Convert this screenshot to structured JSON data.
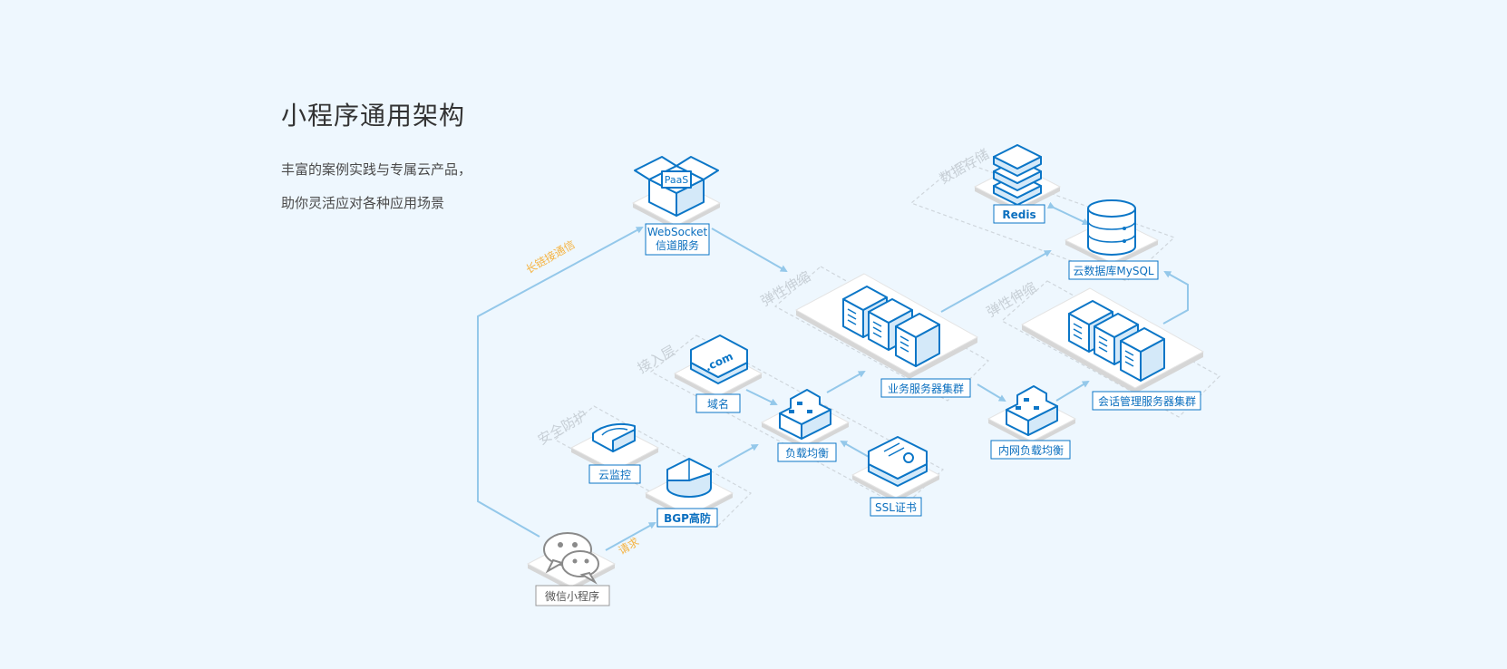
{
  "header": {
    "title": "小程序通用架构",
    "desc_line1": "丰富的案例实践与专属云产品，",
    "desc_line2": "助你灵活应对各种应用场景"
  },
  "zones": {
    "data_storage": "数据存储",
    "elastic_1": "弹性伸缩",
    "elastic_2": "弹性伸缩",
    "access_layer": "接入层",
    "security": "安全防护"
  },
  "flows": {
    "long_connection": "长链接通信",
    "request": "请求"
  },
  "nodes": {
    "paas_badge": "PaaS",
    "websocket_line1": "WebSocket",
    "websocket_line2": "信道服务",
    "redis": "Redis",
    "mysql": "云数据库MySQL",
    "biz_cluster": "业务服务器集群",
    "session_cluster": "会话管理服务器集群",
    "domain_badge": ".com",
    "domain": "域名",
    "load_balance": "负载均衡",
    "internal_lb": "内网负载均衡",
    "ssl": "SSL证书",
    "cloud_monitor": "云监控",
    "bgp": "BGP高防",
    "wechat_app": "微信小程序"
  },
  "colors": {
    "background": "#eef7fe",
    "accent": "#0b76c7",
    "arrow": "#94c8ea",
    "flow_label": "#f5b342",
    "zone_label": "#c7cfd6"
  }
}
